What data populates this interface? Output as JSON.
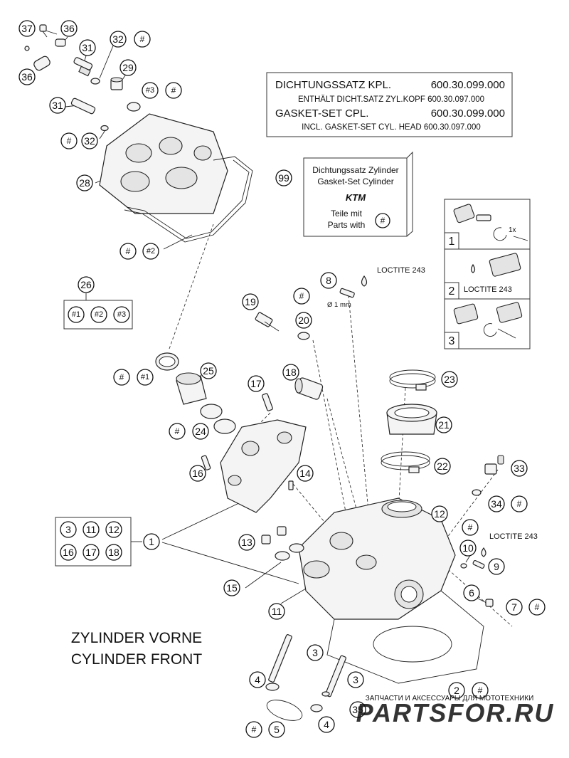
{
  "gasket_info": {
    "line1_label": "DICHTUNGSSATZ KPL.",
    "line1_number": "600.30.099.000",
    "line2": "ENTHÄLT DICHT.SATZ ZYL.KOPF 600.30.097.000",
    "line3_label": "GASKET-SET CPL.",
    "line3_number": "600.30.099.000",
    "line4": "INCL. GASKET-SET CYL. HEAD 600.30.097.000"
  },
  "kit_box": {
    "ref": "99",
    "line1": "Dichtungssatz Zylinder",
    "line2": "Gasket-Set Cylinder",
    "logo": "KTM",
    "line3": "Teile mit",
    "line4": "Parts with",
    "symbol": "#"
  },
  "assembly_steps": [
    {
      "step": "1",
      "note": "1x"
    },
    {
      "step": "2",
      "note": "LOCTITE 243"
    },
    {
      "step": "3",
      "note": ""
    }
  ],
  "loctite_labels": [
    "LOCTITE 243",
    "LOCTITE 243"
  ],
  "dimension_label": "Ø 1 mm",
  "subassembly_26": {
    "ref": "26",
    "items": [
      "#1",
      "#2",
      "#3"
    ]
  },
  "subassembly_1": {
    "ref": "1",
    "items": [
      "3",
      "11",
      "12",
      "16",
      "17",
      "18"
    ]
  },
  "title": {
    "line1": "ZYLINDER VORNE",
    "line2": "CYLINDER FRONT"
  },
  "watermark": {
    "small": "ЗАПЧАСТИ И АКСЕССУАРЫ ДЛЯ МОТОТЕХНИКИ",
    "large": "PARTSFOR.RU"
  },
  "callouts": [
    "37",
    "36",
    "36",
    "31",
    "31",
    "32",
    "32",
    "29",
    "#3",
    "#",
    "#",
    "#",
    "28",
    "#",
    "#2",
    "8",
    "19",
    "#",
    "20",
    "18",
    "17",
    "25",
    "#",
    "#1",
    "#",
    "24",
    "16",
    "14",
    "23",
    "21",
    "22",
    "33",
    "34",
    "#",
    "12",
    "#",
    "10",
    "9",
    "13",
    "15",
    "11",
    "6",
    "7",
    "#",
    "3",
    "4",
    "3",
    "2",
    "#",
    "35",
    "#",
    "5",
    "4"
  ],
  "colors": {
    "line": "#222222",
    "watermark_red": "#d9323c",
    "watermark_gray": "#9a9a9a"
  }
}
